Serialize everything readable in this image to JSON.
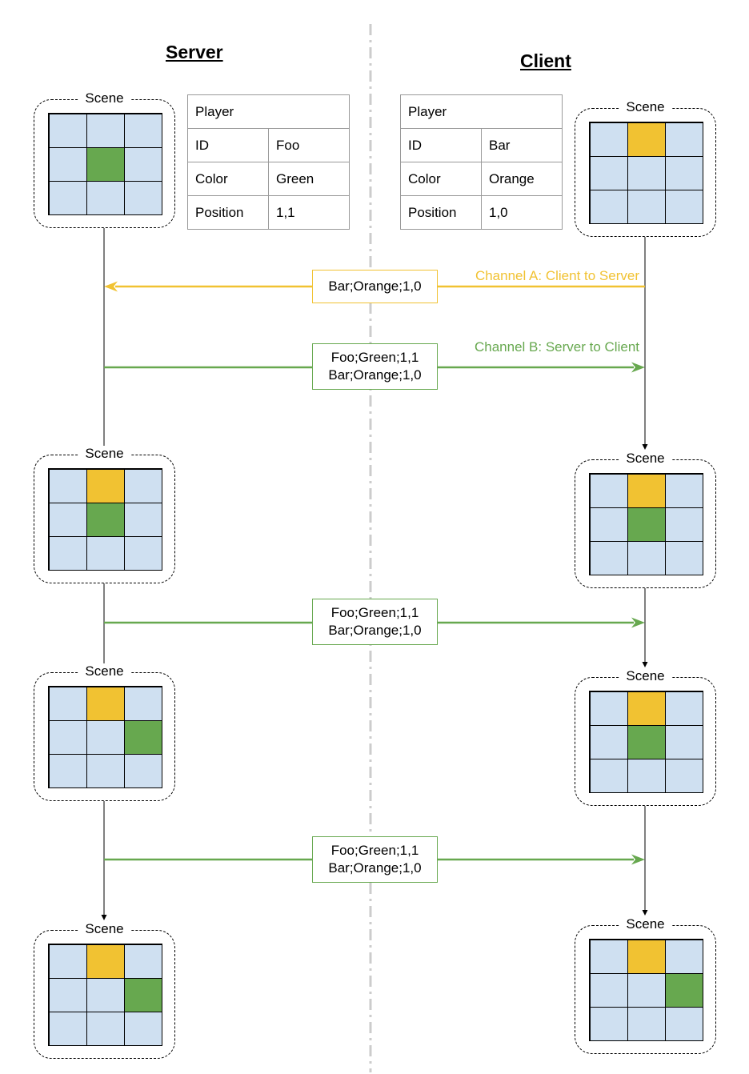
{
  "headings": {
    "server": "Server",
    "client": "Client"
  },
  "scene_label": "Scene",
  "colors": {
    "empty": "#cfe0f1",
    "green": "#67a84f",
    "orange": "#f1c232",
    "divider": "#cccccc"
  },
  "player_tables": {
    "server": {
      "title": "Player",
      "rows": [
        {
          "key": "ID",
          "value": "Foo"
        },
        {
          "key": "Color",
          "value": "Green"
        },
        {
          "key": "Position",
          "value": "1,1"
        }
      ]
    },
    "client": {
      "title": "Player",
      "rows": [
        {
          "key": "ID",
          "value": "Bar"
        },
        {
          "key": "Color",
          "value": "Orange"
        },
        {
          "key": "Position",
          "value": "1,0"
        }
      ]
    }
  },
  "channels": {
    "a": "Channel A: Client to Server",
    "b": "Channel B: Server to Client"
  },
  "messages": [
    {
      "channel": "a",
      "lines": [
        "Bar;Orange;1,0"
      ]
    },
    {
      "channel": "b",
      "lines": [
        "Foo;Green;1,1",
        "Bar;Orange;1,0"
      ]
    },
    {
      "channel": "b",
      "lines": [
        "Foo;Green;1,1",
        "Bar;Orange;1,0"
      ]
    },
    {
      "channel": "b",
      "lines": [
        "Foo;Green;1,1",
        "Bar;Orange;1,0"
      ]
    }
  ],
  "scenes": {
    "server": [
      {
        "green": [
          1,
          1
        ],
        "orange": null
      },
      {
        "green": [
          1,
          1
        ],
        "orange": [
          1,
          0
        ]
      },
      {
        "green": [
          2,
          1
        ],
        "orange": [
          1,
          0
        ]
      },
      {
        "green": [
          2,
          1
        ],
        "orange": [
          1,
          0
        ]
      }
    ],
    "client": [
      {
        "green": null,
        "orange": [
          1,
          0
        ]
      },
      {
        "green": [
          1,
          1
        ],
        "orange": [
          1,
          0
        ]
      },
      {
        "green": [
          1,
          1
        ],
        "orange": [
          1,
          0
        ]
      },
      {
        "green": [
          2,
          1
        ],
        "orange": [
          1,
          0
        ]
      }
    ]
  }
}
